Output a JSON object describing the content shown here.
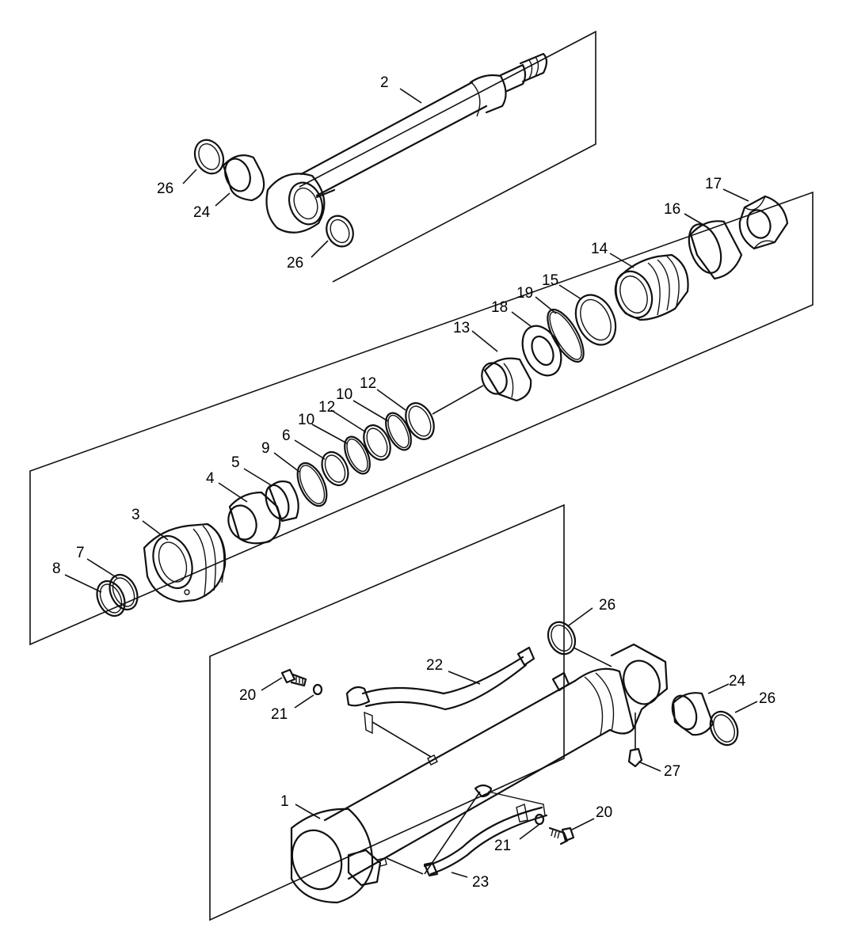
{
  "callouts": [
    {
      "id": "c-2",
      "label": "2"
    },
    {
      "id": "c-26a",
      "label": "26"
    },
    {
      "id": "c-24a",
      "label": "24"
    },
    {
      "id": "c-26b",
      "label": "26"
    },
    {
      "id": "c-17",
      "label": "17"
    },
    {
      "id": "c-16",
      "label": "16"
    },
    {
      "id": "c-14",
      "label": "14"
    },
    {
      "id": "c-15",
      "label": "15"
    },
    {
      "id": "c-19",
      "label": "19"
    },
    {
      "id": "c-18",
      "label": "18"
    },
    {
      "id": "c-13",
      "label": "13"
    },
    {
      "id": "c-12a",
      "label": "12"
    },
    {
      "id": "c-10a",
      "label": "10"
    },
    {
      "id": "c-12b",
      "label": "12"
    },
    {
      "id": "c-10b",
      "label": "10"
    },
    {
      "id": "c-6",
      "label": "6"
    },
    {
      "id": "c-9",
      "label": "9"
    },
    {
      "id": "c-5",
      "label": "5"
    },
    {
      "id": "c-4",
      "label": "4"
    },
    {
      "id": "c-3",
      "label": "3"
    },
    {
      "id": "c-7",
      "label": "7"
    },
    {
      "id": "c-8",
      "label": "8"
    },
    {
      "id": "c-26c",
      "label": "26"
    },
    {
      "id": "c-22",
      "label": "22"
    },
    {
      "id": "c-20a",
      "label": "20"
    },
    {
      "id": "c-21a",
      "label": "21"
    },
    {
      "id": "c-24b",
      "label": "24"
    },
    {
      "id": "c-26d",
      "label": "26"
    },
    {
      "id": "c-27",
      "label": "27"
    },
    {
      "id": "c-1",
      "label": "1"
    },
    {
      "id": "c-20b",
      "label": "20"
    },
    {
      "id": "c-21b",
      "label": "21"
    },
    {
      "id": "c-23",
      "label": "23"
    }
  ]
}
